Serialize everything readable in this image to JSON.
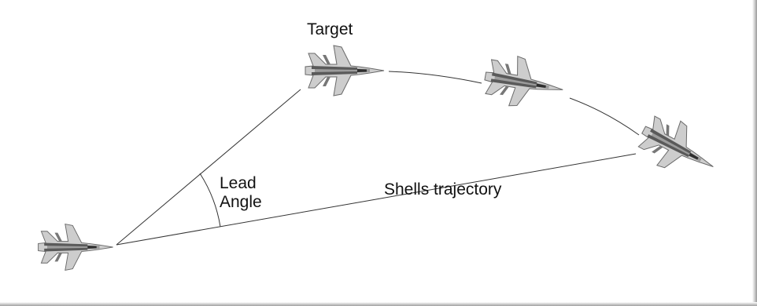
{
  "labels": {
    "target": "Target",
    "lead_line1": "Lead",
    "lead_line2": "Angle",
    "shells_trajectory": "Shells trajectory"
  },
  "aircraft": [
    {
      "role": "shooter",
      "heading": "right"
    },
    {
      "role": "target",
      "heading": "right"
    },
    {
      "role": "target",
      "heading": "right-down"
    },
    {
      "role": "target",
      "heading": "right-down"
    }
  ],
  "colors": {
    "line": "#333333",
    "aircraft_body": "#cfcfcf",
    "aircraft_dark": "#5a5a5a",
    "text": "#111111"
  }
}
